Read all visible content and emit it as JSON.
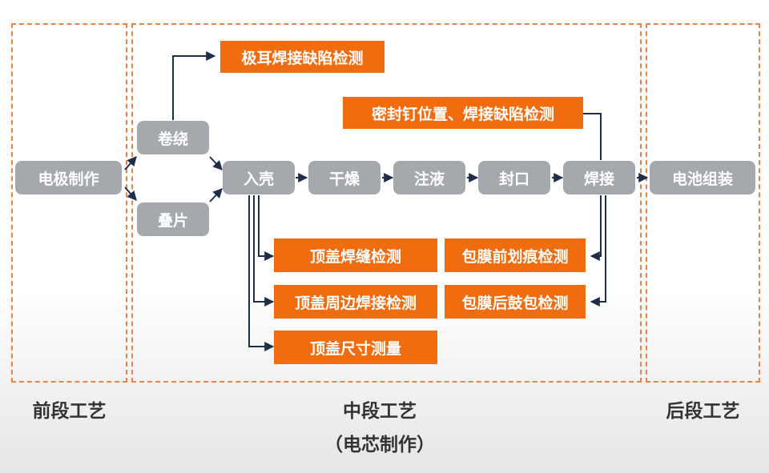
{
  "colors": {
    "process": "#a5a8ad",
    "inspection": "#f06c0f",
    "line": "#1e2d4a",
    "dashed_border": "#e9834a"
  },
  "stages": {
    "front": "前段工艺",
    "middle": "中段工艺",
    "middle_sub": "（电芯制作）",
    "back": "后段工艺"
  },
  "process": {
    "electrode": "电极制作",
    "winding": "卷绕",
    "stacking": "叠片",
    "casing": "入壳",
    "drying": "干燥",
    "injection": "注液",
    "sealing": "封口",
    "welding": "焊接",
    "assembly": "电池组装"
  },
  "inspections": {
    "tab_weld": "极耳焊接缺陷检测",
    "seal_nail": "密封钉位置、焊接缺陷检测",
    "top_cover_seam": "顶盖焊缝检测",
    "top_cover_perimeter": "顶盖周边焊接检测",
    "top_cover_size": "顶盖尺寸测量",
    "film_scratch": "包膜前划痕检测",
    "film_bulge": "包膜后鼓包检测"
  }
}
